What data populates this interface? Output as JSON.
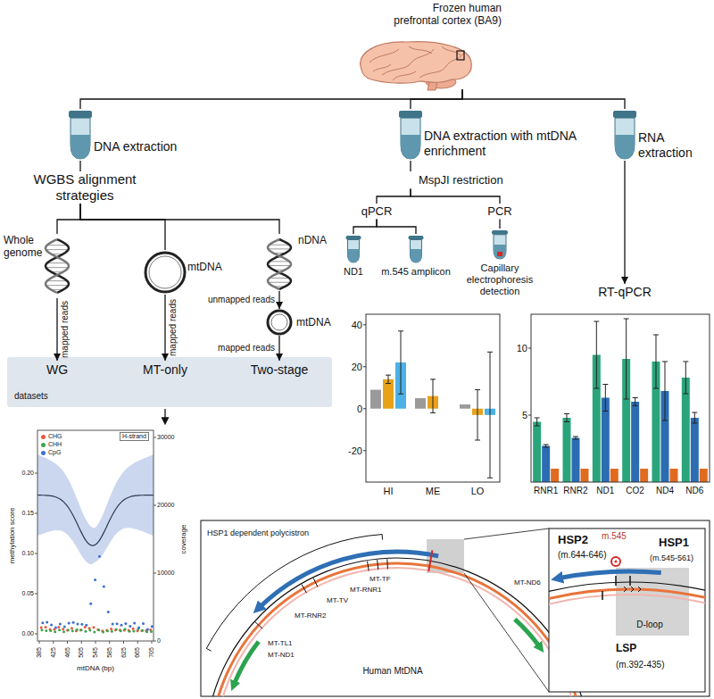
{
  "diagram": {
    "nodes": [
      {
        "text": [
          "Frozen human prefrontal cortex (BA9)"
        ]
      },
      {
        "text": [
          "DNA extraction"
        ]
      },
      {
        "text": [
          "DNA extraction with mtDNA enrichment"
        ]
      },
      {
        "text": [
          "RNA extraction"
        ]
      },
      {
        "text": [
          "WGBS alignment strategies"
        ]
      },
      {
        "text": [
          "Whole genome"
        ]
      },
      {
        "text": [
          "mtDNA"
        ]
      },
      {
        "text": [
          "nDNA"
        ]
      },
      {
        "text": [
          "mtDNA"
        ]
      },
      {
        "text": [
          "datasets"
        ]
      },
      {
        "text": [
          "WG"
        ],
        "in": 9
      },
      {
        "text": [
          "MT-only"
        ],
        "in": 9
      },
      {
        "text": [
          "Two-stage"
        ],
        "in": 9
      },
      {
        "text": [
          "MspJI restriction"
        ]
      },
      {
        "text": [
          "qPCR"
        ]
      },
      {
        "text": [
          "PCR"
        ]
      },
      {
        "text": [
          "ND1"
        ]
      },
      {
        "text": [
          "m.545 amplicon"
        ]
      },
      {
        "text": [
          "Capillary electrophoresis detection"
        ]
      },
      {
        "text": [
          "RT-qPCR"
        ]
      },
      {
        "text": [
          "H-strand"
        ]
      }
    ],
    "edges": [
      {
        "from": 0,
        "to": 1,
        "arrow": "none"
      },
      {
        "from": 0,
        "to": 2,
        "arrow": "none"
      },
      {
        "from": 0,
        "to": 3,
        "arrow": "none"
      },
      {
        "from": 1,
        "to": 4,
        "arrow": "none"
      },
      {
        "from": 4,
        "to": 5,
        "arrow": "none"
      },
      {
        "from": 4,
        "to": 6,
        "arrow": "none"
      },
      {
        "from": 4,
        "to": 7,
        "arrow": "none"
      },
      {
        "from": 5,
        "to": 10,
        "label": "mapped reads",
        "arrow": "to"
      },
      {
        "from": 6,
        "to": 11,
        "label": "mapped reads",
        "arrow": "to"
      },
      {
        "from": 7,
        "to": 8,
        "label": "unmapped reads",
        "arrow": "to"
      },
      {
        "from": 8,
        "to": 12,
        "label": "mapped reads",
        "arrow": "to"
      },
      {
        "from": 2,
        "to": 13,
        "arrow": "none"
      },
      {
        "from": 13,
        "to": 14,
        "arrow": "none"
      },
      {
        "from": 13,
        "to": 15,
        "arrow": "none"
      },
      {
        "from": 14,
        "to": 16,
        "arrow": "none"
      },
      {
        "from": 14,
        "to": 17,
        "arrow": "none"
      },
      {
        "from": 15,
        "to": 18,
        "arrow": "none"
      },
      {
        "from": 3,
        "to": 19,
        "arrow": "to"
      }
    ],
    "labels": [
      "40",
      "20",
      "0",
      "-20",
      "HI",
      "ME",
      "LO",
      "10",
      "5",
      "RNR1",
      "RNR2",
      "ND1",
      "CO2",
      "ND4",
      "ND6",
      "methylation score",
      "coverage",
      "0.20",
      "0.15",
      "0.10",
      "0.05",
      "0.00",
      "30000",
      "20000",
      "10000",
      "0",
      "385",
      "425",
      "465",
      "505",
      "545",
      "585",
      "625",
      "665",
      "705",
      "mtDNA (bp)",
      "HSP1 dependent polycistron",
      "MT-TF",
      "MT-RNR1",
      "MT-TV",
      "MT-RNR2",
      "MT-TL1",
      "MT-ND1",
      "MT-ND6",
      "Human MtDNA",
      "HSP2",
      "(m.644-646)",
      "m.545",
      "HSP1",
      "(m.545-561)",
      "D-loop",
      "LSP",
      "(m.392-435)"
    ],
    "legend": [
      {
        "text": "CHG",
        "color": "#e8563a"
      },
      {
        "text": "CHH",
        "color": "#3fa34d"
      },
      {
        "text": "CpG",
        "color": "#3a6fd1"
      }
    ]
  }
}
